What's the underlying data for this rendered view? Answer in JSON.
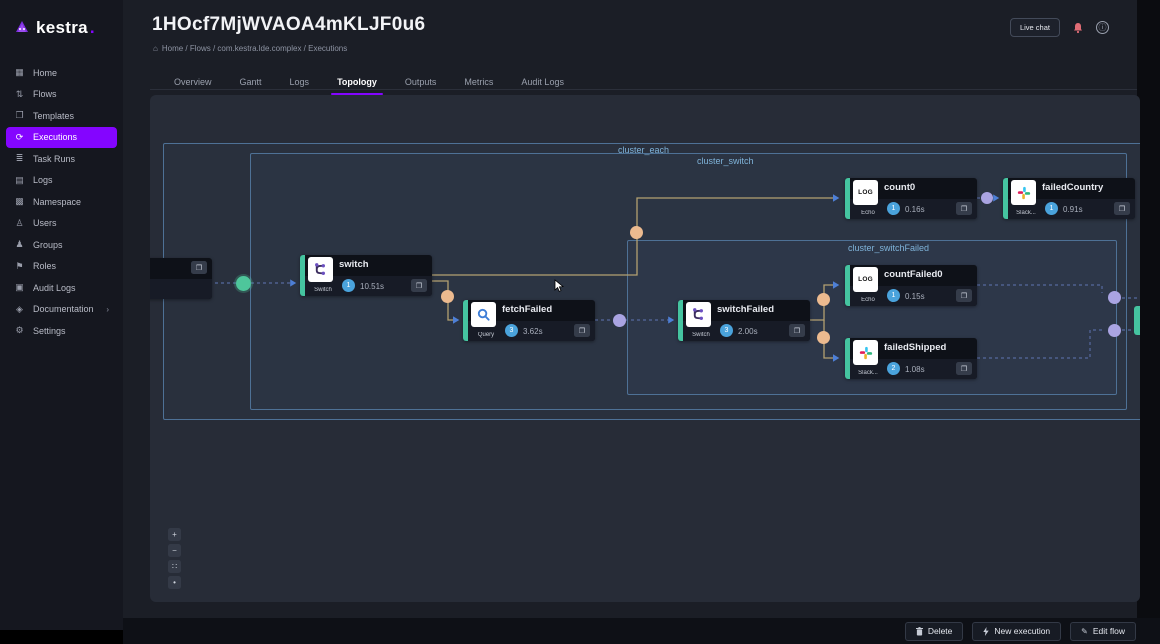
{
  "brand": {
    "name": "kestra",
    "accent": "#8405FF"
  },
  "sidebar": {
    "items": [
      {
        "label": "Home",
        "icon": "home-icon",
        "glyph": "▦"
      },
      {
        "label": "Flows",
        "icon": "flows-icon",
        "glyph": "⇅"
      },
      {
        "label": "Templates",
        "icon": "templates-icon",
        "glyph": "❐"
      },
      {
        "label": "Executions",
        "icon": "executions-icon",
        "glyph": "⟳",
        "active": true
      },
      {
        "label": "Task Runs",
        "icon": "task-runs-icon",
        "glyph": "≣"
      },
      {
        "label": "Logs",
        "icon": "logs-icon",
        "glyph": "▤"
      },
      {
        "label": "Namespace",
        "icon": "namespace-icon",
        "glyph": "▩"
      },
      {
        "label": "Users",
        "icon": "users-icon",
        "glyph": "♙"
      },
      {
        "label": "Groups",
        "icon": "groups-icon",
        "glyph": "♟"
      },
      {
        "label": "Roles",
        "icon": "roles-icon",
        "glyph": "⚑"
      },
      {
        "label": "Audit Logs",
        "icon": "audit-logs-icon",
        "glyph": "▣"
      },
      {
        "label": "Documentation",
        "icon": "documentation-icon",
        "glyph": "◈",
        "chevron": "›"
      },
      {
        "label": "Settings",
        "icon": "settings-icon",
        "glyph": "⚙"
      }
    ]
  },
  "header": {
    "title": "1HOcf7MjWVAOA4mKLJF0u6",
    "breadcrumb": "Home  /  Flows  /  com.kestra.lde.complex  /  Executions",
    "live_chat_label": "Live chat"
  },
  "tabs": [
    {
      "label": "Overview"
    },
    {
      "label": "Gantt"
    },
    {
      "label": "Logs"
    },
    {
      "label": "Topology",
      "active": true
    },
    {
      "label": "Outputs"
    },
    {
      "label": "Metrics"
    },
    {
      "label": "Audit Logs"
    }
  ],
  "topology": {
    "clusters": [
      {
        "label": "cluster_each"
      },
      {
        "label": "cluster_switch"
      },
      {
        "label": "cluster_switchFailed"
      }
    ],
    "log_icon_text": "LOG",
    "nodes": [
      {
        "title": "switch",
        "badge": "Switch",
        "attempt": "1",
        "duration": "10.51s",
        "icon": "switch-task-icon"
      },
      {
        "title": "fetchFailed",
        "badge": "Query",
        "attempt": "3",
        "duration": "3.62s",
        "icon": "query-task-icon"
      },
      {
        "title": "switchFailed",
        "badge": "Switch",
        "attempt": "3",
        "duration": "2.00s",
        "icon": "switch-task-icon"
      },
      {
        "title": "count0",
        "badge": "Echo",
        "attempt": "1",
        "duration": "0.16s",
        "icon": "log-task-icon"
      },
      {
        "title": "failedCountry",
        "badge": "Slack...",
        "attempt": "1",
        "duration": "0.91s",
        "icon": "slack-task-icon"
      },
      {
        "title": "countFailed0",
        "badge": "Echo",
        "attempt": "1",
        "duration": "0.15s",
        "icon": "log-task-icon"
      },
      {
        "title": "failedShipped",
        "badge": "Slack...",
        "attempt": "2",
        "duration": "1.08s",
        "icon": "slack-task-icon"
      }
    ],
    "zoom_controls": [
      {
        "name": "zoom-in",
        "glyph": "+"
      },
      {
        "name": "zoom-out",
        "glyph": "−"
      },
      {
        "name": "fit-view",
        "glyph": "∷"
      },
      {
        "name": "lock-view",
        "glyph": "•"
      }
    ]
  },
  "footer": {
    "buttons": [
      {
        "label": "Delete",
        "icon": "trash-icon"
      },
      {
        "label": "New execution",
        "icon": "flash-icon"
      },
      {
        "label": "Edit flow",
        "icon": "pencil-icon",
        "glyph": "✎"
      }
    ]
  },
  "colors": {
    "accent": "#8405FF",
    "node_success_bar": "#45C4A0",
    "edge_tan": "#b3a071",
    "edge_blue": "#56699e",
    "dot_orange": "#ecba8f",
    "dot_purple": "#aaa4e2",
    "dot_green": "#4ec69b",
    "cluster_border": "#4e7196",
    "cluster_label": "#7fb3d9"
  }
}
